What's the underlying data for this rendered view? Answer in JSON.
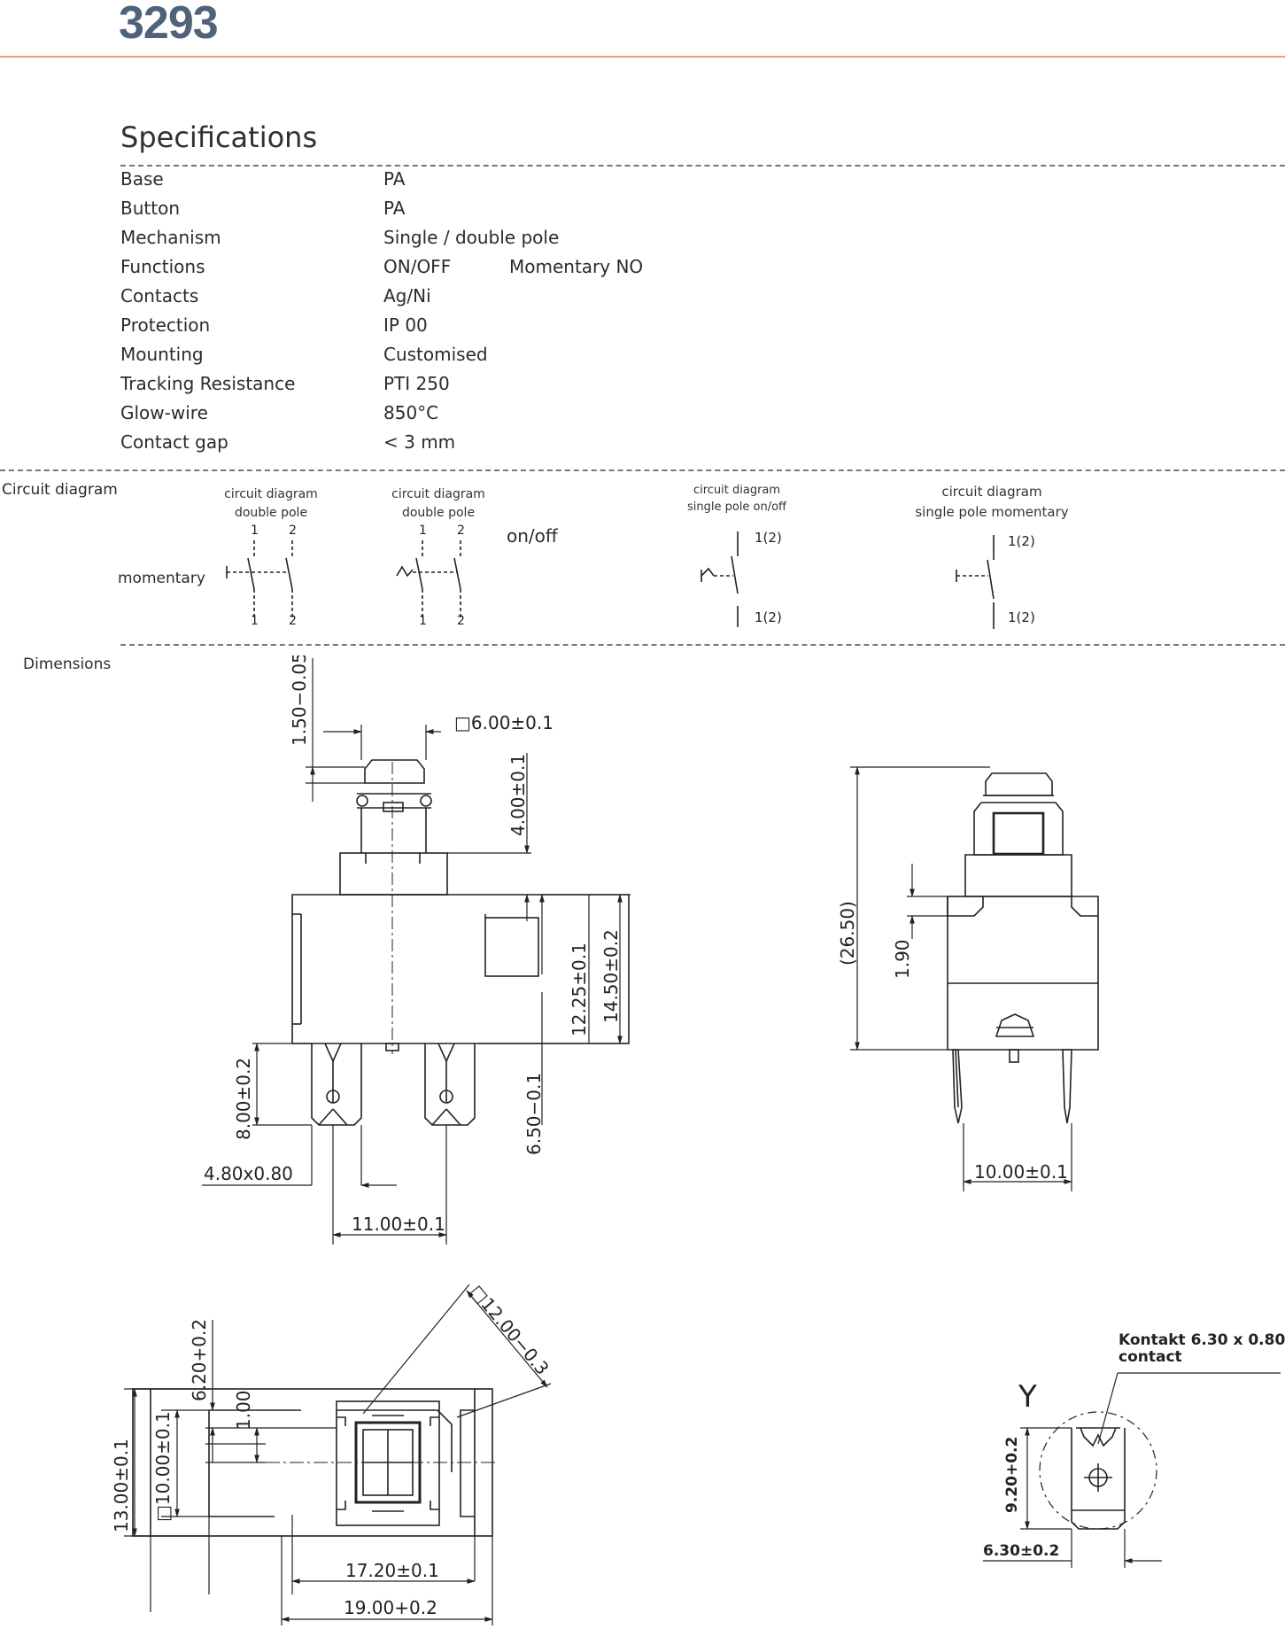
{
  "header": {
    "model": "3293"
  },
  "specifications": {
    "title": "Specifications",
    "rows": [
      {
        "label": "Base",
        "value": "PA"
      },
      {
        "label": "Button",
        "value": "PA"
      },
      {
        "label": "Mechanism",
        "value": "Single / double pole"
      },
      {
        "label": "Functions",
        "value": "ON/OFF",
        "value2": "Momentary NO"
      },
      {
        "label": "Contacts",
        "value": "Ag/Ni"
      },
      {
        "label": "Protection",
        "value": "IP 00"
      },
      {
        "label": "Mounting",
        "value": "Customised"
      },
      {
        "label": "Tracking Resistance",
        "value": "PTI 250"
      },
      {
        "label": "Glow-wire",
        "value": "850°C"
      },
      {
        "label": "Contact gap",
        "value": "< 3 mm"
      }
    ]
  },
  "circuit": {
    "section_label": "Circuit diagram",
    "momentary_label": "momentary",
    "onoff_label": "on/off",
    "diagrams": [
      {
        "caption1": "circuit  diagram",
        "caption2": "double  pole",
        "top1": "1",
        "top2": "2",
        "bot1": "1",
        "bot2": "2"
      },
      {
        "caption1": "circuit  diagram",
        "caption2": "double  pole",
        "top1": "1",
        "top2": "2",
        "bot1": "1",
        "bot2": "2"
      },
      {
        "caption1": "circuit diagram",
        "caption2": "single pole on/off",
        "top": "1(2)",
        "bot": "1(2)"
      },
      {
        "caption1": "circuit diagram",
        "caption2": "single pole momentary",
        "top": "1(2)",
        "bot": "1(2)"
      }
    ]
  },
  "dimensions": {
    "section_label": "Dimensions",
    "front": {
      "d_1": "1.50−0.05",
      "d_2": "□6.00±0.1",
      "d_3": "4.00±0.1",
      "d_4": "12.25±0.1",
      "d_5": "14.50±0.2",
      "d_6": "8.00±0.2",
      "d_7": "6.50−0.1",
      "d_8": "4.80x0.80",
      "d_9": "11.00±0.1"
    },
    "side": {
      "d_1": "(26.50)",
      "d_2": "1.90",
      "d_3": "10.00±0.1"
    },
    "top": {
      "d_1": "□12.00−0.3",
      "d_2": "6.20+0.2",
      "d_3": "1.00",
      "d_4": "13.00±0.1",
      "d_5": "□10.00±0.1",
      "d_6": "17.20±0.1",
      "d_7": "19.00+0.2"
    },
    "contact_detail": {
      "view_letter": "Y",
      "note1": "Kontakt  6.30  x  0.80",
      "note2": "contact",
      "d_1": "9.20+0.2",
      "d_2": "6.30±0.2"
    }
  }
}
